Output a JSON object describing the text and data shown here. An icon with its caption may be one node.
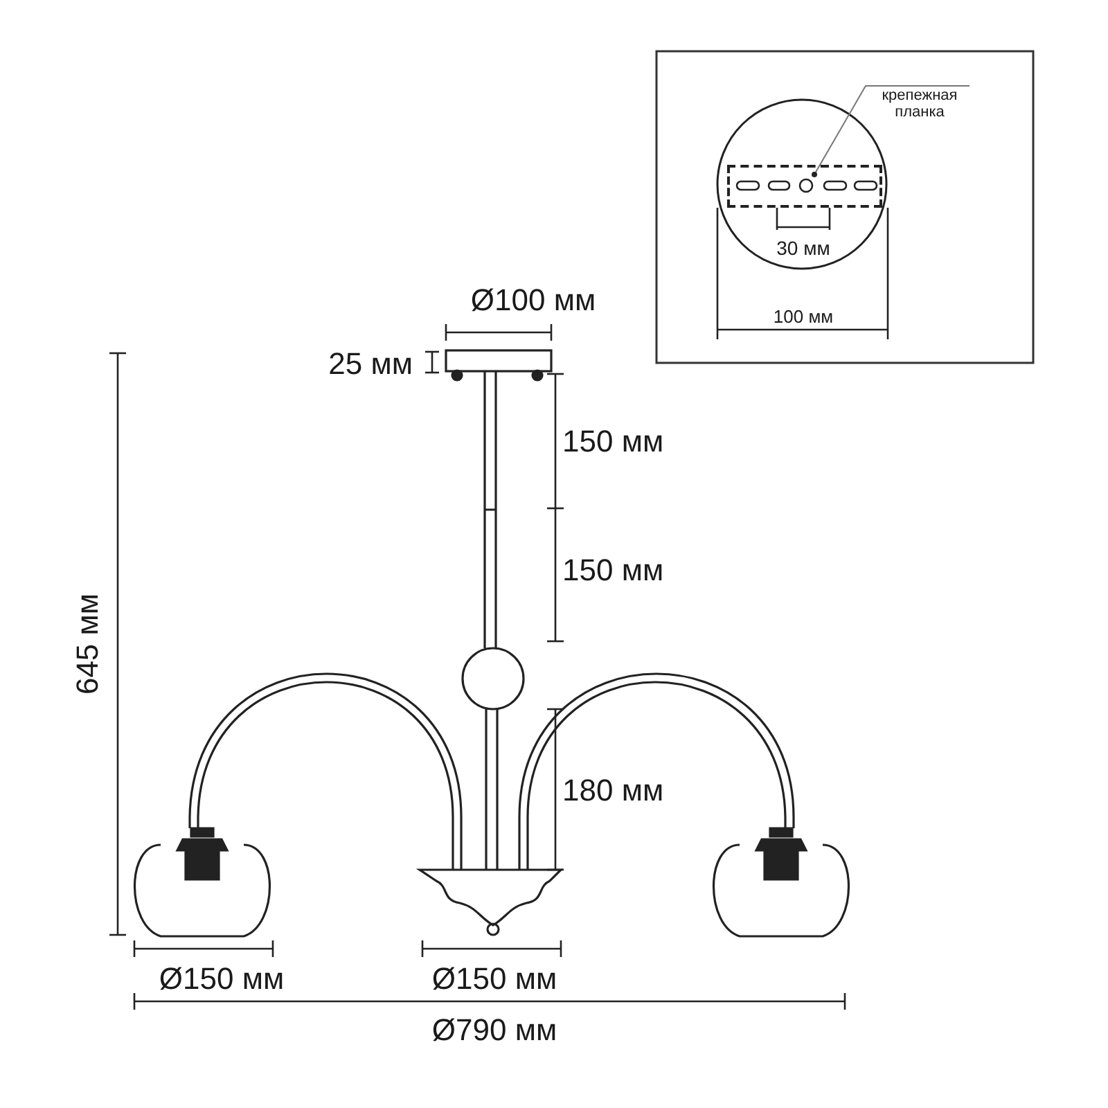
{
  "diagram": {
    "nodes": [
      {
        "text": [
          "крепежная планка"
        ]
      },
      {
        "text": [],
        "shape": "box"
      }
    ],
    "edges": [
      {
        "from": 0,
        "to": 1,
        "arrow": "other"
      }
    ],
    "labels": [
      "30 мм",
      "100 мм",
      "Ø100 мм",
      "25 мм",
      "150 мм",
      "150 мм",
      "645 мм",
      "180 мм",
      "Ø150 мм",
      "Ø150 мм",
      "Ø790 мм"
    ]
  }
}
